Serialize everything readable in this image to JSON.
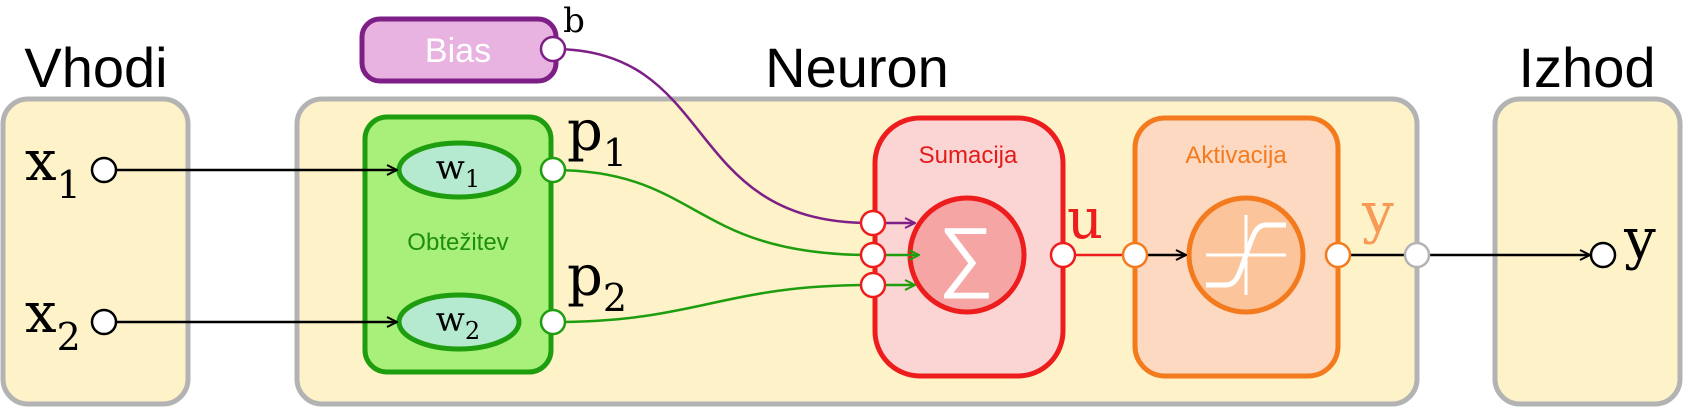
{
  "sections": {
    "inputs": "Vhodi",
    "neuron": "Neuron",
    "output": "Izhod"
  },
  "bias": {
    "label": "Bias",
    "symbol": "b"
  },
  "inputs": [
    {
      "base": "x",
      "sub": "1"
    },
    {
      "base": "x",
      "sub": "2"
    }
  ],
  "weighting": {
    "label": "Obtežitev",
    "weights": [
      {
        "base": "w",
        "sub": "1"
      },
      {
        "base": "w",
        "sub": "2"
      }
    ],
    "products": [
      {
        "base": "p",
        "sub": "1"
      },
      {
        "base": "p",
        "sub": "2"
      }
    ]
  },
  "summation": {
    "label": "Sumacija",
    "symbol": "∑",
    "output": "u"
  },
  "activation": {
    "label": "Aktivacija",
    "output": "y"
  },
  "output_symbol": "y",
  "colors": {
    "box_fill": "#fdf2c8",
    "box_stroke": "#b3b3b3",
    "weight_fill": "#a9f07a",
    "weight_stroke": "#1e9e0f",
    "weight_node_fill": "#b5ead0",
    "bias_fill": "#e8b3e0",
    "bias_stroke": "#7d1f86",
    "sum_fill": "#fbd4d4",
    "sum_stroke": "#ee1d1d",
    "sum_circle_fill": "#f6a5a5",
    "act_fill": "#fdd9c1",
    "act_stroke": "#f47a1e",
    "act_circle_fill": "#fbc49a"
  }
}
